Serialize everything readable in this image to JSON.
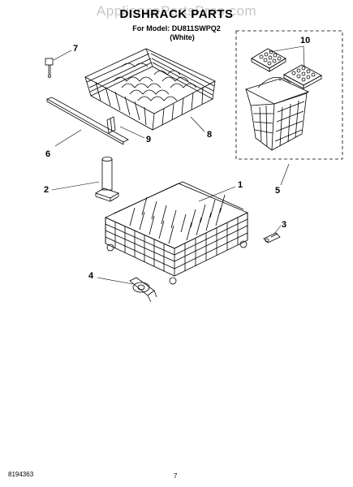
{
  "header": {
    "watermark": "AppliancePartsPros.com",
    "title": "DISHRACK PARTS",
    "model_line": "For Model: DU811SWPQ2",
    "color_line": "(White)"
  },
  "callouts": {
    "c1": "1",
    "c2": "2",
    "c3": "3",
    "c4": "4",
    "c5": "5",
    "c6": "6",
    "c7": "7",
    "c8": "8",
    "c9": "9",
    "c10": "10"
  },
  "footer": {
    "doc_number": "8194363",
    "page_number": "7"
  }
}
